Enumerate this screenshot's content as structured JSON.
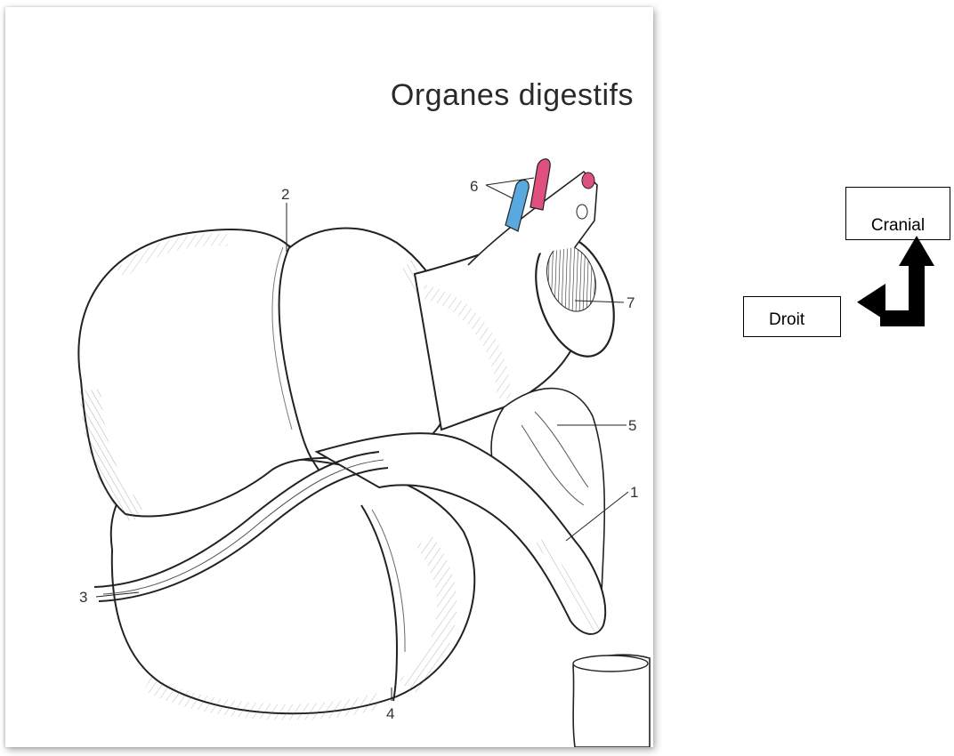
{
  "figure": {
    "title": "Organes digestifs",
    "callouts": {
      "c1": "1",
      "c2": "2",
      "c3": "3",
      "c4": "4",
      "c5": "5",
      "c6": "6",
      "c7": "7"
    },
    "vessel_colors": {
      "vein": "#5aa9de",
      "artery": "#e0507f"
    }
  },
  "orientation": {
    "cranial_label": "Cranial",
    "droit_label": "Droit"
  }
}
